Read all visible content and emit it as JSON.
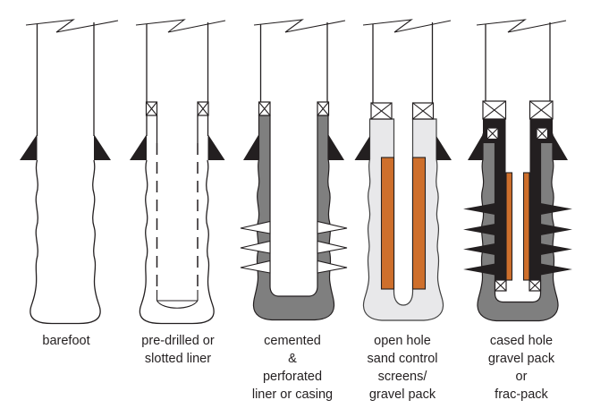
{
  "figure": {
    "items": [
      {
        "id": "barefoot",
        "label": "barefoot"
      },
      {
        "id": "pre-drilled-or-slotted-liner",
        "label": "pre-drilled or\nslotted liner"
      },
      {
        "id": "cemented-perforated-liner-or-casing",
        "label": "cemented\n&\nperforated\nliner or casing"
      },
      {
        "id": "open-hole-sand-control",
        "label": "open hole\nsand control\nscreens/\ngravel pack"
      },
      {
        "id": "cased-hole-gravel-pack",
        "label": "cased hole\ngravel pack\nor\nfrac-pack"
      }
    ]
  },
  "colors": {
    "background": "#ffffff",
    "ink": "#231f20",
    "dark_gray": "#7f7f7f",
    "light_gray": "#e8e8ea",
    "outline_gray": "#404040",
    "orange": "#ce6f2c"
  }
}
